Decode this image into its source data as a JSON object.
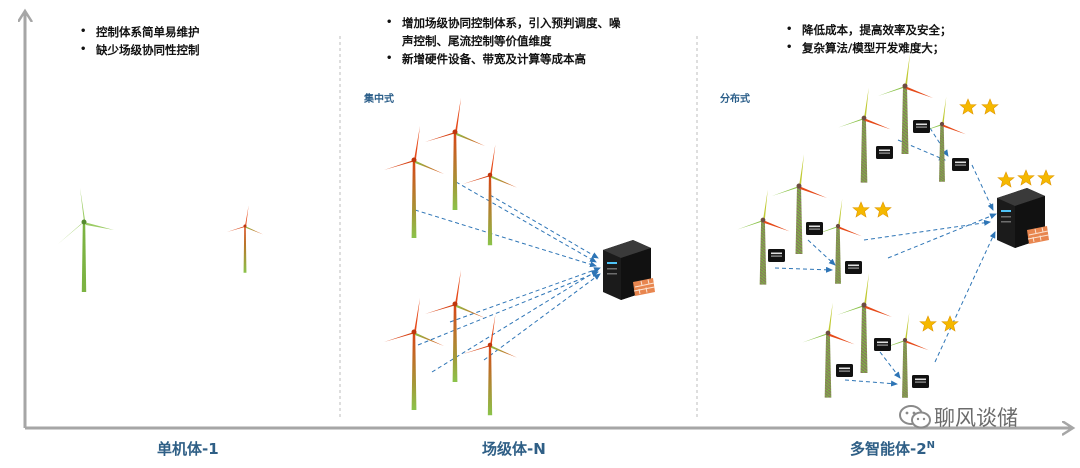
{
  "sections": [
    {
      "bullets": [
        "控制体系简单易维护",
        "缺少场级协同性控制"
      ],
      "label": "单机体-1"
    },
    {
      "bullets": [
        "增加场级协同控制体系，引入预判调度、噪声控制、尾流控制等价值维度",
        "新增硬件设备、带宽及计算等成本高"
      ],
      "bullet_lines": [
        [
          "增加场级协同控制体系，引入预判调度、噪",
          "声控制、尾流控制等价值维度"
        ],
        [
          "新增硬件设备、带宽及计算等成本高"
        ]
      ],
      "tag": "集中式",
      "label": "场级体-N"
    },
    {
      "bullets": [
        "降低成本，提高效率及安全；",
        "复杂算法/模型开发难度大；"
      ],
      "tag": "分布式",
      "label_main": "多智能体-2",
      "label_sup": "N"
    }
  ],
  "watermark": "聊风谈储",
  "colors": {
    "axis": "#a6a6a6",
    "divider": "#bdbdbd",
    "footer_text": "#2f5f86",
    "tag_text": "#2c5f8a",
    "arrow": "#2e75b6",
    "turbine_green": "#7cb342",
    "turbine_red": "#d84315",
    "server": "#1b1b1b",
    "firewall": "#e8864f",
    "star": "#f5b800"
  },
  "icons": [
    "wind-turbine-icon",
    "server-icon",
    "firewall-icon",
    "controller-box-icon",
    "star-icon",
    "wechat-icon"
  ]
}
